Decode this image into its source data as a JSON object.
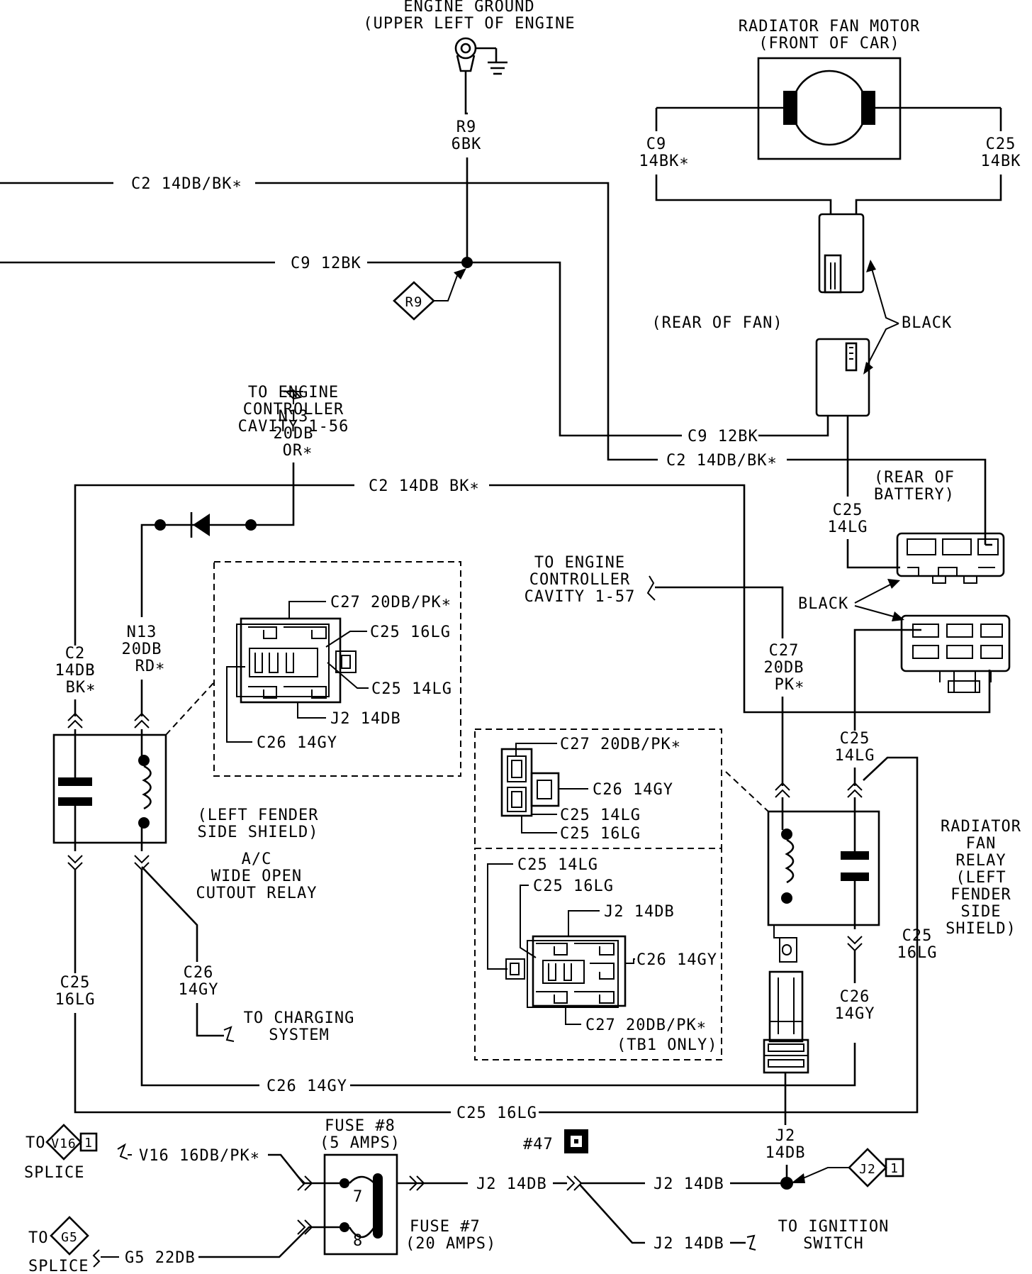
{
  "engine_ground": {
    "l1": "ENGINE GROUND",
    "l2": "(UPPER LEFT OF ENGINE"
  },
  "fan_motor": {
    "l1": "RADIATOR FAN MOTOR",
    "l2": "(FRONT OF CAR)"
  },
  "wires": {
    "r9": [
      "R9",
      "6BK"
    ],
    "c9_motor": [
      "C9",
      "14BK∗"
    ],
    "c25_motor": [
      "C25",
      "14BK"
    ],
    "c2_top": "C2 14DB/BK∗",
    "c9_top": "C9 12BK",
    "c9_mid": "C9 12BK",
    "c2_mid": "C2 14DB/BK∗",
    "c2_left": "C2 14DB BK∗",
    "c25_lg_top": [
      "C25",
      "14LG"
    ],
    "n13_or": [
      "N13",
      "20DB",
      "OR∗"
    ],
    "n13_rd": [
      "N13",
      "20DB",
      "RD∗"
    ],
    "c2_vert": [
      "C2",
      "14DB",
      "BK∗"
    ],
    "c27_pk": [
      "C27",
      "20DB",
      "PK∗"
    ],
    "c25_lg_relay": [
      "C25",
      "14LG"
    ],
    "c25_16lg_left": [
      "C25",
      "16LG"
    ],
    "c26_left": [
      "C26",
      "14GY"
    ],
    "c25_16lg_right": [
      "C25",
      "16LG"
    ],
    "c26_right": [
      "C26",
      "14GY"
    ],
    "c26_bottom": "C26 14GY",
    "c25_bottom": "C25 16LG",
    "j2_vert": [
      "J2",
      "14DB"
    ],
    "v16": "V16 16DB/PK∗",
    "g5": "G5 22DB",
    "j2_a": "J2 14DB",
    "j2_b": "J2 14DB",
    "j2_c": "J2 14DB"
  },
  "callouts": {
    "r9_diamond": "R9",
    "engine_ctrl_56": [
      "TO ENGINE",
      "CONTROLLER",
      "CAVITY 1-56"
    ],
    "engine_ctrl_57": [
      "TO ENGINE",
      "CONTROLLER",
      "CAVITY 1-57"
    ],
    "rear_of_fan": "(REAR OF FAN)",
    "black_fan": "BLACK",
    "rear_of_battery": [
      "(REAR OF",
      "BATTERY)"
    ],
    "black_battery": "BLACK",
    "left_fender": [
      "(LEFT FENDER",
      "SIDE SHIELD)"
    ],
    "ac_relay": [
      "A/C",
      "WIDE OPEN",
      "CUTOUT RELAY"
    ],
    "fan_relay": [
      "RADIATOR",
      "FAN",
      "RELAY",
      "(LEFT",
      "FENDER",
      "SIDE",
      "SHIELD)"
    ],
    "to_charging": [
      "TO CHARGING",
      "SYSTEM"
    ],
    "to_ignition": [
      "TO IGNITION",
      "SWITCH"
    ],
    "to_v16": "TO",
    "splice_v16": "SPLICE",
    "v16_diamond": "V16",
    "v16_num": "1",
    "to_g5": "TO",
    "splice_g5": "SPLICE",
    "g5_diamond": "G5",
    "j2_diamond": "J2",
    "j2_num": "1",
    "connector_47": "#47"
  },
  "ac_relay_pinout": {
    "c27": "C27 20DB/PK∗",
    "c25_16": "C25 16LG",
    "c25_14": "C25 14LG",
    "j2": "J2 14DB",
    "c26": "C26 14GY"
  },
  "fan_relay_pinout_top": {
    "c27": "C27 20DB/PK∗",
    "c26": "C26 14GY",
    "c25_14": "C25 14LG",
    "c25_16": "C25 16LG"
  },
  "fan_relay_pinout_bottom": {
    "c25_14": "C25 14LG",
    "c25_16": "C25 16LG",
    "j2": "J2 14DB",
    "c26": "C26 14GY",
    "c27": "C27 20DB/PK∗",
    "tb1": "(TB1 ONLY)"
  },
  "fuses": {
    "f8": [
      "FUSE #8",
      "(5 AMPS)"
    ],
    "f8_pin": "7",
    "f7": [
      "FUSE #7",
      "(20 AMPS)"
    ],
    "f7_pin": "8"
  }
}
